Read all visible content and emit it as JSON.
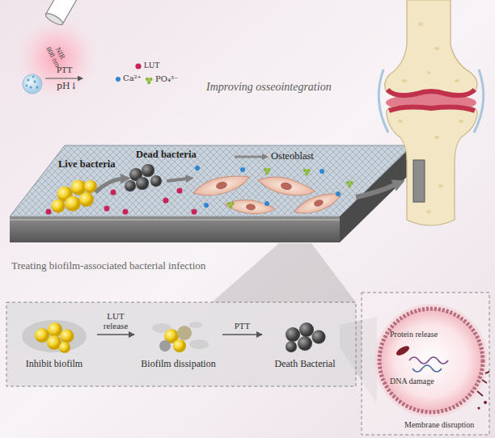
{
  "diagram": {
    "nodes": [
      {
        "text": [
          "Inhibit biofilm"
        ]
      },
      {
        "text": [
          "Biofilm dissipation"
        ]
      },
      {
        "text": [
          "Death Bacterial"
        ]
      }
    ],
    "edges": [
      {
        "from": 0,
        "to": 1,
        "arrow": "to",
        "label": "LUT release"
      },
      {
        "from": 1,
        "to": 2,
        "arrow": "to",
        "label": "PTT"
      }
    ],
    "labels": [
      "NIR 808 nm",
      "PTT",
      "pH↓",
      "LUT",
      "Ca²⁺",
      "PO₄³⁻",
      "Live bacteria",
      "Dead bacteria",
      "Osteoblast",
      "Improving osseointegration",
      "Treating biofilm-associated bacterial infection",
      "Protein release",
      "DNA damage",
      "Membrane disruption"
    ]
  }
}
